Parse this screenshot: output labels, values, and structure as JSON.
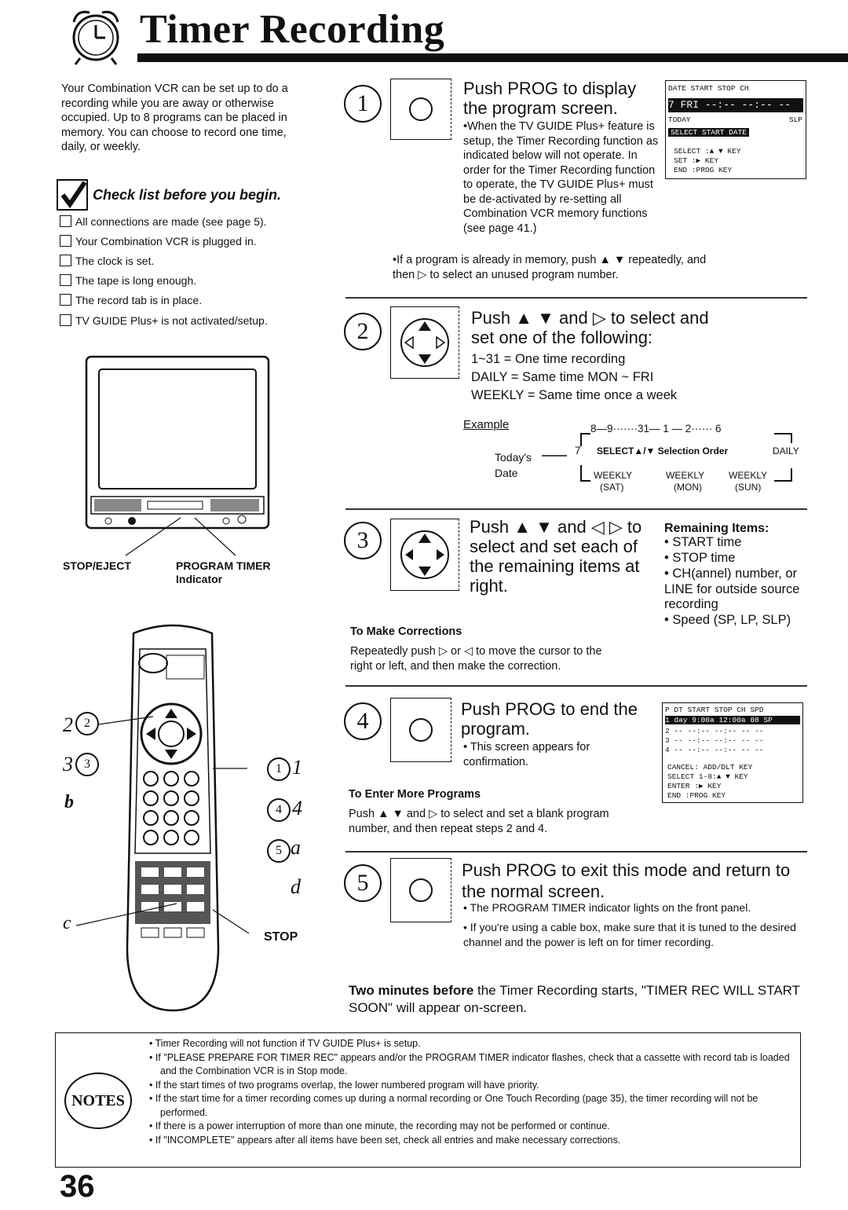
{
  "page_title": "Timer Recording",
  "intro": "Your Combination VCR can be set up to do a recording while you are away or otherwise occupied. Up to 8 programs can be placed in memory. You can choose to record one time, daily, or weekly.",
  "checklist": {
    "title": "Check list before you begin.",
    "items": [
      "All connections are made (see page 5).",
      "Your Combination VCR is plugged in.",
      "The clock is set.",
      "The tape is long enough.",
      "The record tab is in place.",
      "TV GUIDE Plus+ is not activated/setup."
    ]
  },
  "tv_labels": {
    "stop_eject": "STOP/EJECT",
    "program_timer": "PROGRAM TIMER",
    "indicator": "Indicator"
  },
  "remote_labels": {
    "n2": "2",
    "n3": "3",
    "b": "b",
    "c": "c",
    "n1": "1",
    "n4": "4",
    "a": "a",
    "d": "d",
    "stop": "STOP"
  },
  "step1": {
    "num": "1",
    "heading": "Push PROG to display the program screen.",
    "note": "•When the TV GUIDE Plus+ feature is setup, the Timer Recording function as indicated below will not operate. In order for the Timer Recording function to operate, the TV GUIDE Plus+ must be de-activated by re-setting all Combination VCR memory functions (see page 41.)",
    "bullet": "•If a program is already in memory, push ▲ ▼ repeatedly, and then ▷ to select an unused program number."
  },
  "osd1": {
    "header": "DATE  START  STOP  CH",
    "row_day": "7 FRI",
    "row_times": "--:--   --:--  --",
    "today": "TODAY",
    "slp": "SLP",
    "bar": "SELECT START DATE",
    "keys": [
      "SELECT :▲ ▼ KEY",
      "SET :▶ KEY",
      "END :PROG KEY"
    ]
  },
  "step2": {
    "num": "2",
    "heading": "Push ▲ ▼ and ▷ to select and set one of the following:",
    "options": [
      "1~31 = One time recording",
      "DAILY = Same time MON ~ FRI",
      "WEEKLY = Same time once a week"
    ],
    "example": "Example",
    "todays_date": "Today's Date",
    "seq_top": "8—9·······31— 1 — 2······ 6",
    "seq_left": "7",
    "select_order": "SELECT▲/▼ Selection Order",
    "daily": "DAILY",
    "weekly_sat": "WEEKLY",
    "weekly_mon": "WEEKLY",
    "weekly_sun": "WEEKLY",
    "sat": "(SAT)",
    "mon": "(MON)",
    "sun": "(SUN)"
  },
  "step3": {
    "num": "3",
    "heading": "Push ▲ ▼ and ◁ ▷ to select and set each of the remaining items at right.",
    "remaining_title": "Remaining Items:",
    "remaining": [
      "• START time",
      "• STOP time",
      "• CH(annel) number, or LINE for outside source recording",
      "• Speed (SP, LP, SLP)"
    ],
    "corrections_title": "To Make Corrections",
    "corrections": "Repeatedly push ▷ or ◁ to move the cursor to the right or left, and then make the correction."
  },
  "step4": {
    "num": "4",
    "heading": "Push PROG to end the program.",
    "note": "• This screen appears for confirmation.",
    "more_title": "To Enter More Programs",
    "more": "Push ▲ ▼ and ▷ to select and set a blank program number, and then repeat steps 2 and 4."
  },
  "osd4": {
    "header": "P DT START STOP CH SPD",
    "row1": "1 day  9:00a 12:00a 08 SP",
    "rows": [
      "2 -- --:-- --:-- -- --",
      "3 -- --:-- --:-- -- --",
      "4 -- --:-- --:-- -- --"
    ],
    "keys": [
      "CANCEL: ADD/DLT KEY",
      "SELECT 1-8:▲ ▼ KEY",
      "ENTER :▶ KEY",
      "END :PROG KEY"
    ]
  },
  "step5": {
    "num": "5",
    "heading": "Push PROG to exit this mode and return to the normal screen.",
    "bullets": [
      "• The PROGRAM TIMER indicator lights on the front panel.",
      "• If you're using a cable box, make sure that it is tuned to the desired channel and the power is left on for timer recording."
    ]
  },
  "two_minutes_bold": "Two minutes before",
  "two_minutes_rest": "the Timer Recording starts, \"TIMER REC WILL START SOON\" will appear on-screen.",
  "notes_badge": "NOTES",
  "notes": [
    "• Timer Recording will not function if TV GUIDE Plus+ is setup.",
    "• If \"PLEASE PREPARE FOR TIMER REC\" appears and/or the PROGRAM TIMER indicator flashes, check that a cassette with record tab is loaded and the Combination VCR is in Stop mode.",
    "• If the start times of two programs overlap, the lower numbered program will have priority.",
    "• If the start time for a timer recording comes up during a normal recording or One Touch Recording (page 35), the timer recording will not be performed.",
    "• If there is a power interruption of more than one minute, the recording may not be performed or continue.",
    "• If \"INCOMPLETE\" appears after all items have been set, check all entries and make necessary corrections."
  ],
  "page_number": "36"
}
